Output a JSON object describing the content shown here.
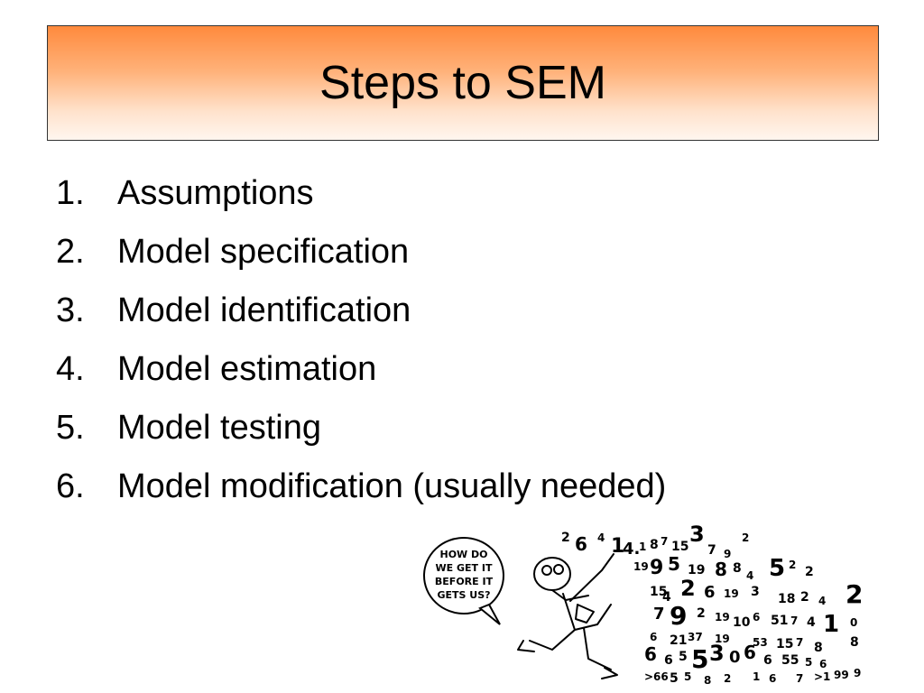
{
  "slide": {
    "title": "Steps to SEM",
    "steps": [
      {
        "number": "1.",
        "label": "Assumptions"
      },
      {
        "number": "2.",
        "label": "Model specification"
      },
      {
        "number": "3.",
        "label": "Model identification"
      },
      {
        "number": "4.",
        "label": "Model estimation"
      },
      {
        "number": "5.",
        "label": "Model testing"
      },
      {
        "number": "6.",
        "label": "Model modification (usually needed)"
      }
    ]
  },
  "cartoon": {
    "speech_lines": [
      "HOW DO",
      "WE GET IT",
      "BEFORE IT",
      "GETS US?"
    ],
    "icon": "cartoon-man-fleeing-numbers-icon"
  },
  "colors": {
    "title_gradient_top": "#ff8a3d",
    "title_gradient_bottom": "#fff6ef",
    "title_border": "#333333",
    "text": "#000000"
  }
}
